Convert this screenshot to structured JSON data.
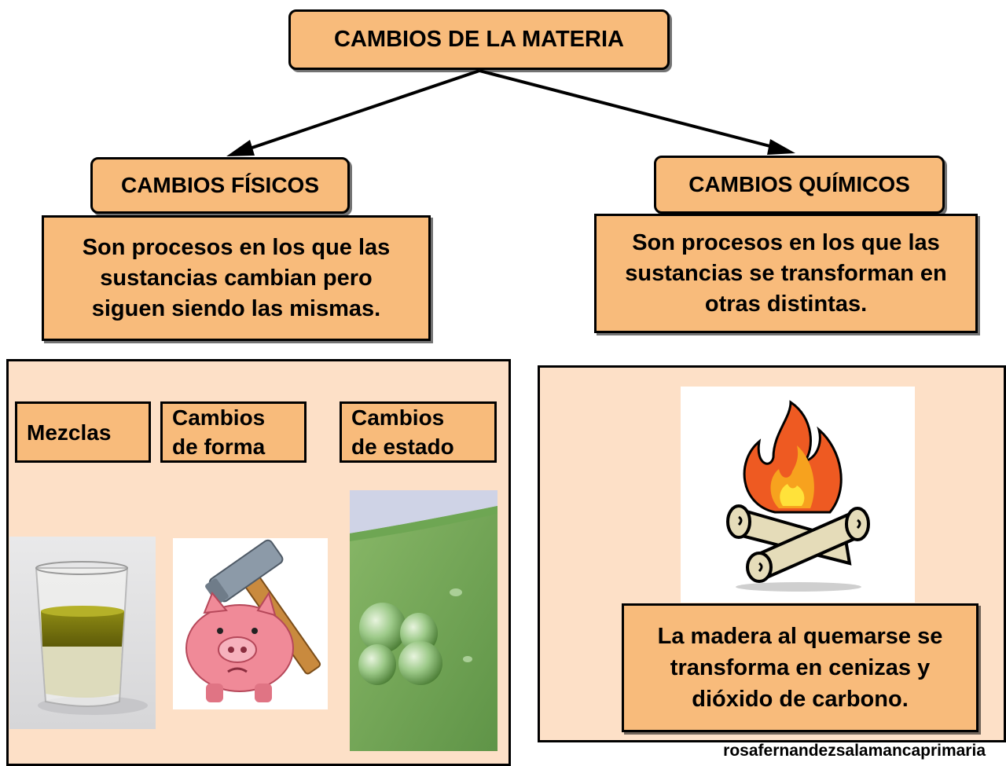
{
  "root": {
    "title": "CAMBIOS DE LA MATERIA"
  },
  "physical": {
    "title": "CAMBIOS FÍSICOS",
    "description": [
      "Son procesos en los que las",
      "sustancias cambian pero",
      "siguen siendo las mismas."
    ],
    "categories": [
      {
        "lines": [
          "Mezclas"
        ]
      },
      {
        "lines": [
          "Cambios",
          "de forma"
        ]
      },
      {
        "lines": [
          "Cambios",
          "de estado"
        ]
      }
    ]
  },
  "chemical": {
    "title": "CAMBIOS QUÍMICOS",
    "description": [
      "Son procesos en los que las",
      "sustancias se transforman en",
      "otras distintas."
    ],
    "example": [
      "La madera al quemarse se",
      "transforma en cenizas y",
      "dióxido de carbono."
    ]
  },
  "credit": "rosafernandezsalamancaprimaria",
  "colors": {
    "box": "#f8bb7b",
    "panel": "#fde0c7",
    "border": "#000000"
  }
}
